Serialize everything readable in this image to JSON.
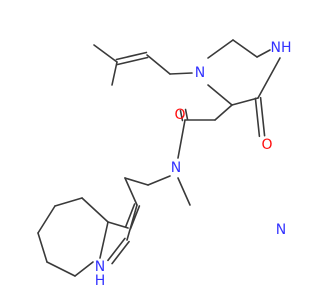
{
  "molecule": {
    "colors": {
      "bond": "#3a3a3a",
      "N": "#3333ff",
      "O": "#ff0d0d"
    },
    "atom_labels": [
      {
        "id": "n-piperazine-1",
        "text": "N",
        "element": "N"
      },
      {
        "id": "nh-piperazine-4",
        "text": "NH",
        "element": "N"
      },
      {
        "id": "o-ketone",
        "text": "O",
        "element": "O"
      },
      {
        "id": "o-amide",
        "text": "O",
        "element": "O"
      },
      {
        "id": "n-amide",
        "text": "N",
        "element": "N"
      },
      {
        "id": "n-pyrazole-2",
        "text": "N",
        "element": "N"
      },
      {
        "id": "n-pyrazole-1",
        "text": "N",
        "element": "N"
      },
      {
        "id": "h-pyrazole",
        "text": "H",
        "element": "N"
      }
    ]
  }
}
